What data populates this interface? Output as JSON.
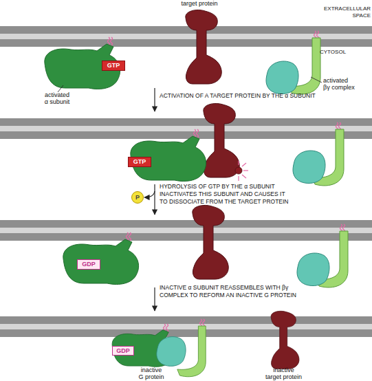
{
  "diagram": {
    "nodes": [
      {
        "text": [
          "GTP"
        ]
      },
      {
        "text": [
          "GTP"
        ]
      },
      {
        "text": [
          "P"
        ]
      },
      {
        "text": [
          "GDP"
        ]
      },
      {
        "text": [
          "GDP"
        ]
      }
    ],
    "labels": [
      "target protein",
      "EXTRACELLULAR SPACE",
      "CYTOSOL",
      "activated α subunit",
      "activated βγ complex",
      "ACTIVATION OF A TARGET PROTEIN BY THE α SUBUNIT",
      "HYDROLYSIS OF GTP BY THE α SUBUNIT INACTIVATES THIS SUBUNIT AND CAUSES IT TO DISSOCIATE FROM THE TARGET PROTEIN",
      "INACTIVE α SUBUNIT REASSEMBLES WITH βγ COMPLEX TO REFORM AN INACTIVE G PROTEIN",
      "inactive G protein",
      "inactive target protein"
    ]
  }
}
